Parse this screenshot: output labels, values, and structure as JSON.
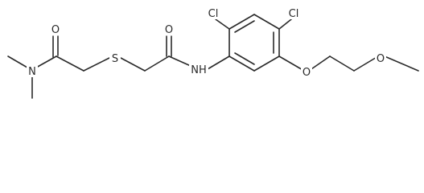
{
  "diagram": {
    "type": "skeletal-structural-formula",
    "bond_color": "#2a2a2a",
    "background": "#ffffff",
    "atoms": {
      "o_carbonyl_left": "O",
      "n_dimethyl": "N",
      "s_thioether": "S",
      "o_carbonyl_right": "O",
      "nh_amide": "NH",
      "cl_top_left": "Cl",
      "cl_top_right": "Cl",
      "o_ether_ring": "O",
      "o_ether_terminal": "O"
    }
  }
}
